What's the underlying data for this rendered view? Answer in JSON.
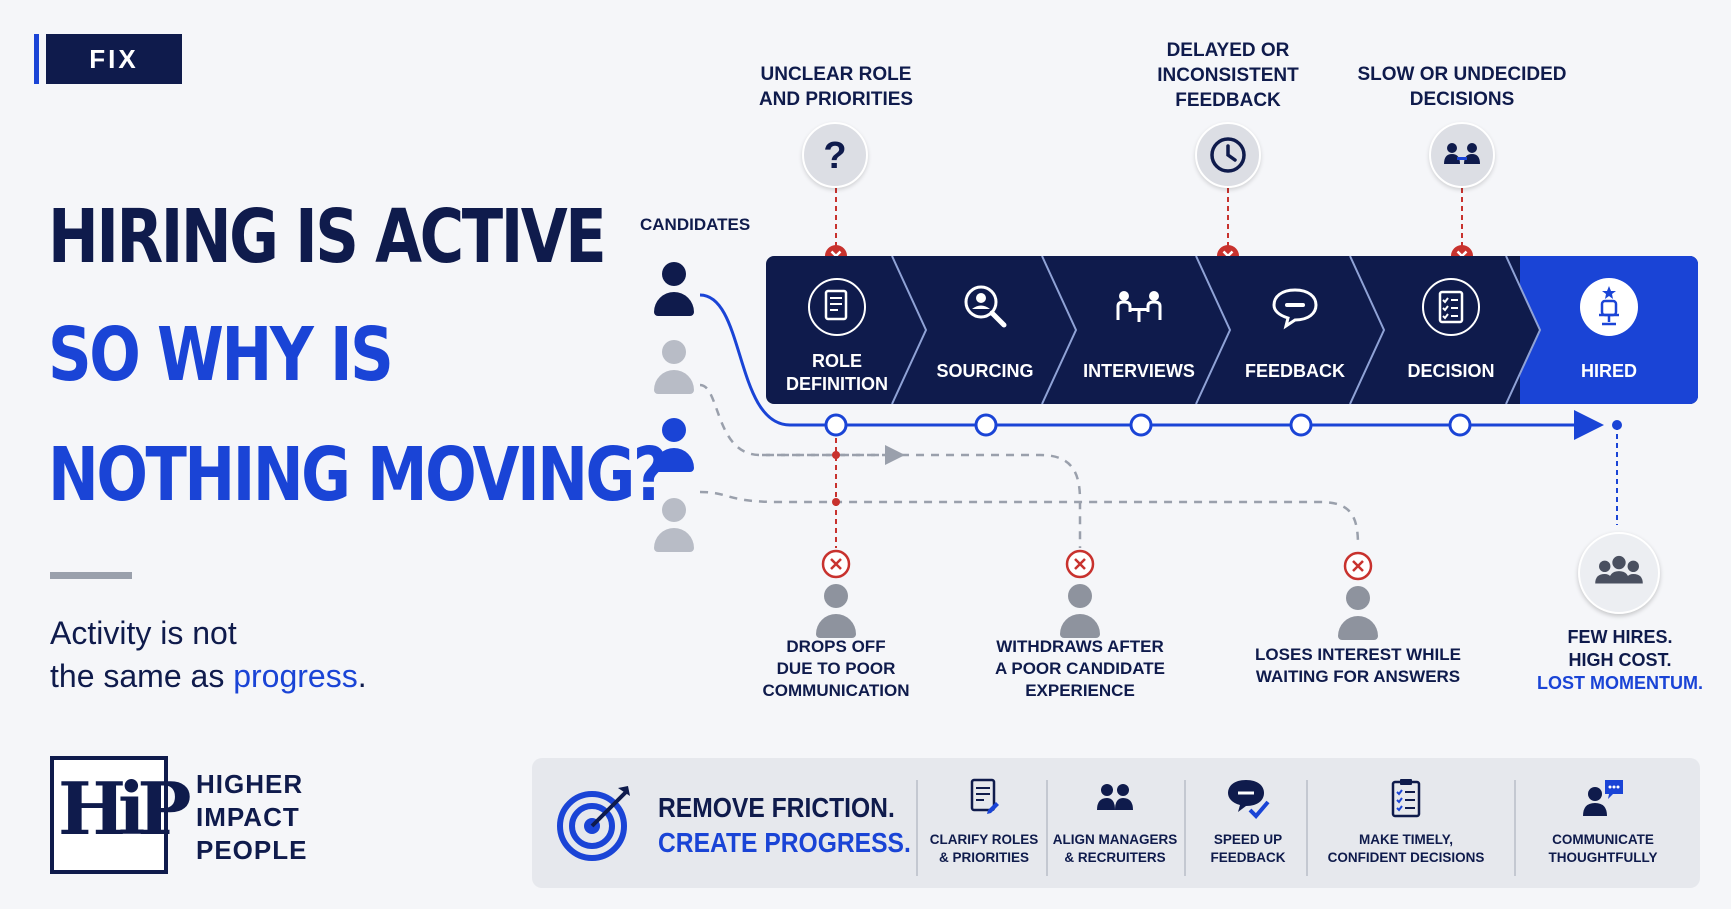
{
  "tag": "FIX",
  "headline": {
    "line1": "HIRING IS ACTIVE",
    "line2": "SO WHY IS",
    "line3": "NOTHING MOVING?"
  },
  "subtitle": {
    "line1": "Activity is not",
    "line2_prefix": "the same as ",
    "line2_accent": "progress",
    "line2_suffix": "."
  },
  "logo": {
    "letters": "HiP",
    "name_line1": "HIGHER",
    "name_line2": "IMPACT",
    "name_line3": "PEOPLE"
  },
  "candidates_label": "CANDIDATES",
  "stages": [
    {
      "label": "ROLE DEFINITION",
      "icon": "document-icon"
    },
    {
      "label": "SOURCING",
      "icon": "magnifier-person-icon"
    },
    {
      "label": "INTERVIEWS",
      "icon": "interview-table-icon"
    },
    {
      "label": "FEEDBACK",
      "icon": "speech-bubble-icon"
    },
    {
      "label": "DECISION",
      "icon": "checklist-icon"
    },
    {
      "label": "HIRED",
      "icon": "chair-star-icon"
    }
  ],
  "issues": [
    {
      "label": "UNCLEAR ROLE AND PRIORITIES",
      "line1": "UNCLEAR ROLE",
      "line2": "AND PRIORITIES",
      "icon": "question-icon"
    },
    {
      "label": "DELAYED OR INCONSISTENT FEEDBACK",
      "line1": "DELAYED OR",
      "line2": "INCONSISTENT",
      "line3": "FEEDBACK",
      "icon": "clock-icon"
    },
    {
      "label": "SLOW OR UNDECIDED DECISIONS",
      "line1": "SLOW OR UNDECIDED",
      "line2": "DECISIONS",
      "icon": "meeting-icon"
    }
  ],
  "dropoffs": [
    {
      "line1": "DROPS OFF",
      "line2": "DUE TO POOR",
      "line3": "COMMUNICATION"
    },
    {
      "line1": "WITHDRAWS AFTER",
      "line2": "A POOR CANDIDATE",
      "line3": "EXPERIENCE"
    },
    {
      "line1": "LOSES INTEREST WHILE",
      "line2": "WAITING FOR ANSWERS"
    }
  ],
  "outcome": {
    "line1": "FEW HIRES.",
    "line2": "HIGH COST.",
    "line3": "LOST MOMENTUM."
  },
  "banner": {
    "title1": "REMOVE FRICTION.",
    "title2": "CREATE PROGRESS.",
    "items": [
      {
        "line1": "CLARIFY ROLES",
        "line2": "& PRIORITIES",
        "icon": "document-edit-icon"
      },
      {
        "line1": "ALIGN MANAGERS",
        "line2": "& RECRUITERS",
        "icon": "people-icon"
      },
      {
        "line1": "SPEED UP",
        "line2": "FEEDBACK",
        "icon": "chat-check-icon"
      },
      {
        "line1": "MAKE TIMELY,",
        "line2": "CONFIDENT DECISIONS",
        "icon": "clipboard-icon"
      },
      {
        "line1": "COMMUNICATE",
        "line2": "THOUGHTFULLY",
        "icon": "person-chat-icon"
      }
    ]
  },
  "colors": {
    "navy": "#0f1b4c",
    "blue": "#1a44d6",
    "red": "#c8322e",
    "grey": "#9aa0ac",
    "background": "#f5f6f9"
  }
}
